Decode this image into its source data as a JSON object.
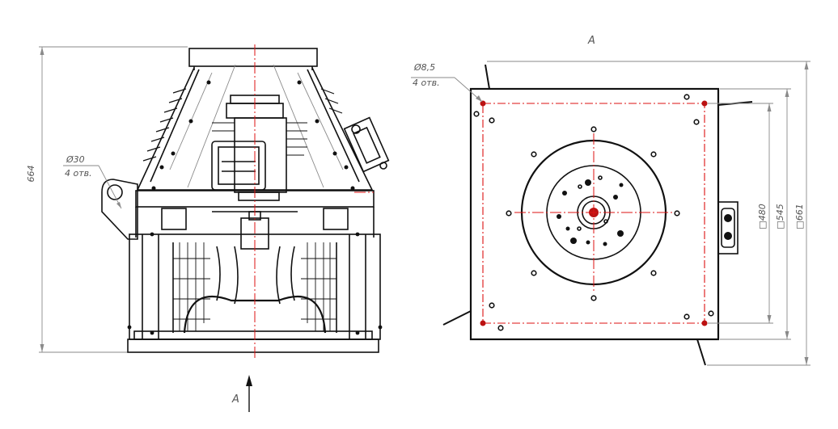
{
  "colors": {
    "outline": "#111111",
    "dimension": "#8a8a8a",
    "centerline": "#dd1111",
    "annotation_text": "#555555"
  },
  "front_view": {
    "height_dim": "664",
    "hole_label": "Ø30",
    "hole_count": "4 отв.",
    "view_arrow_label": "A"
  },
  "top_view": {
    "view_title": "A",
    "hole_label": "Ø8,5",
    "hole_count": "4 отв.",
    "dim_inner": "□480",
    "dim_mid": "□545",
    "dim_outer": "□661"
  }
}
